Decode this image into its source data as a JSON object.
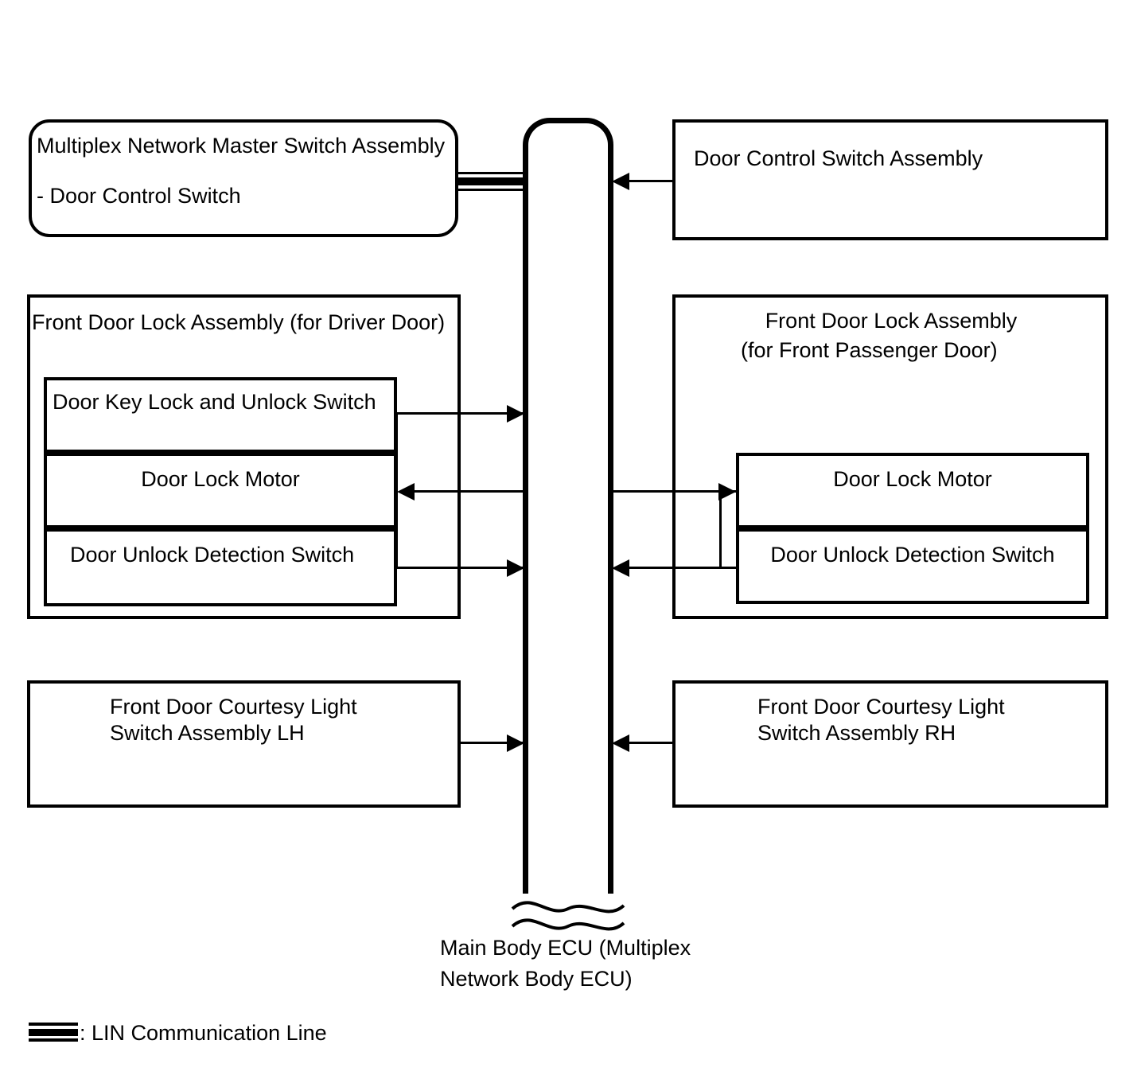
{
  "diagram": {
    "title_caption": "Main Body ECU (Multiplex\nNetwork Body ECU)",
    "bus_name": "Main Body ECU (Multiplex Network Body ECU)",
    "colors": {
      "line": "#000000",
      "background": "#ffffff",
      "text": "#000000"
    }
  },
  "left_column": {
    "master_switch": {
      "line1": "Multiplex Network Master Switch Assembly",
      "line2": "- Door Control Switch"
    },
    "driver_lock_assembly": {
      "title": "Front Door Lock Assembly (for Driver Door)",
      "items": [
        {
          "label": "Door Key Lock and Unlock Switch",
          "direction": "to-ecu"
        },
        {
          "label": "Door Lock Motor",
          "direction": "from-ecu"
        },
        {
          "label": "Door Unlock Detection Switch",
          "direction": "to-ecu"
        }
      ]
    },
    "courtesy_light_lh": {
      "line1": "Front Door Courtesy Light",
      "line2": "Switch Assembly LH",
      "direction": "to-ecu"
    }
  },
  "right_column": {
    "door_control_switch": {
      "label": "Door Control Switch Assembly",
      "direction": "to-ecu"
    },
    "passenger_lock_assembly": {
      "title_line1": "Front Door Lock Assembly",
      "title_line2": "(for Front Passenger Door)",
      "items": [
        {
          "label": "Door Lock Motor",
          "direction": "from-ecu"
        },
        {
          "label": "Door Unlock Detection Switch",
          "direction": "to-ecu"
        }
      ]
    },
    "courtesy_light_rh": {
      "line1": "Front Door Courtesy Light",
      "line2": "Switch Assembly RH",
      "direction": "to-ecu"
    }
  },
  "legend": {
    "text": ": LIN Communication Line"
  }
}
